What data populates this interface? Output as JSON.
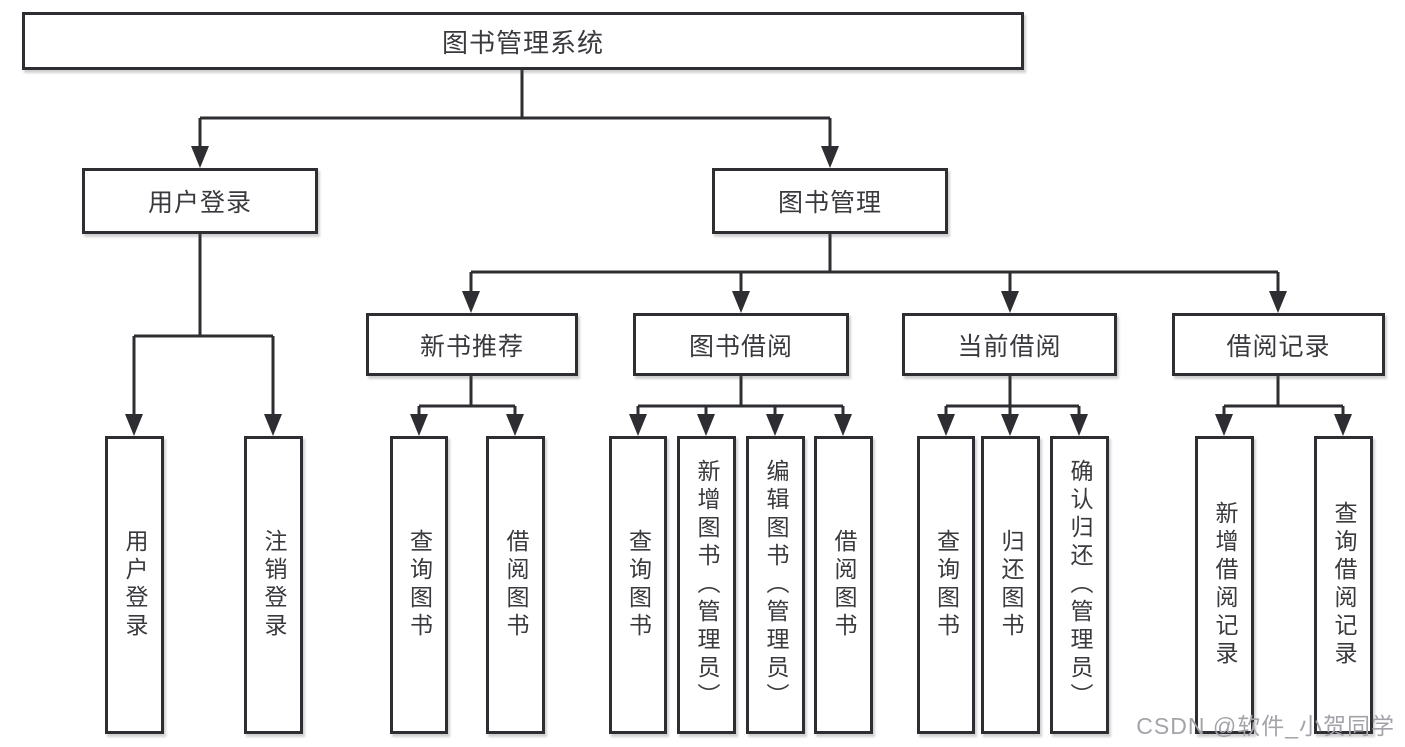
{
  "tree": {
    "root": {
      "label": "图书管理系统"
    },
    "branches": [
      {
        "label": "用户登录",
        "children": [
          {
            "label": "用户登录"
          },
          {
            "label": "注销登录"
          }
        ]
      },
      {
        "label": "图书管理",
        "groups": [
          {
            "label": "新书推荐",
            "children": [
              {
                "label": "查询图书"
              },
              {
                "label": "借阅图书"
              }
            ]
          },
          {
            "label": "图书借阅",
            "children": [
              {
                "label": "查询图书"
              },
              {
                "label": "新增图书（管理员）"
              },
              {
                "label": "编辑图书（管理员）"
              },
              {
                "label": "借阅图书"
              }
            ]
          },
          {
            "label": "当前借阅",
            "children": [
              {
                "label": "查询图书"
              },
              {
                "label": "归还图书"
              },
              {
                "label": "确认归还（管理员）"
              }
            ]
          },
          {
            "label": "借阅记录",
            "children": [
              {
                "label": "新增借阅记录"
              },
              {
                "label": "查询借阅记录"
              }
            ]
          }
        ]
      }
    ]
  },
  "watermark": {
    "text": "CSDN @软件_小贺同学",
    "color": "#a3a3a9"
  },
  "colors": {
    "background": "#ffffff",
    "line": "#2e2e32",
    "box_border": "#2e2e32",
    "box_fill": "#ffffff",
    "text": "#39393e"
  }
}
